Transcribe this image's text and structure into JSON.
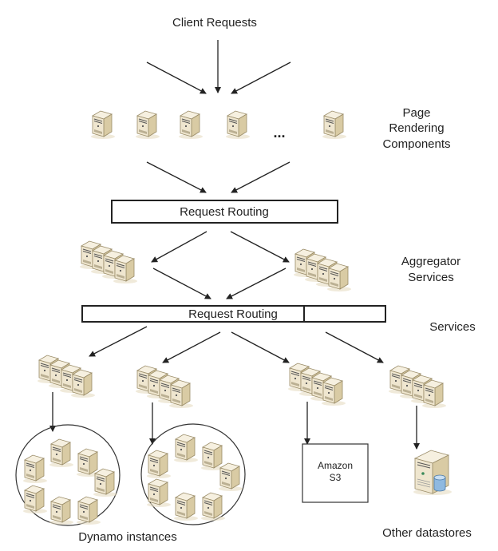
{
  "title": "Client Requests",
  "labels": {
    "page_rendering": [
      "Page",
      "Rendering",
      "Components"
    ],
    "aggregator": [
      "Aggregator",
      "Services"
    ],
    "services": "Services",
    "dynamo": "Dynamo instances",
    "other_datastores": "Other datastores",
    "ellipsis": "..."
  },
  "routing_boxes": {
    "top": "Request Routing",
    "bottom": "Request Routing"
  },
  "amazon_s3": [
    "Amazon",
    "S3"
  ],
  "icons": {
    "server": "server-icon",
    "server_cluster": "server-cluster-icon",
    "database_server": "database-server-icon"
  },
  "colors": {
    "server_front": "#efe6cf",
    "server_side": "#d9cba4",
    "server_top": "#f6f0e0",
    "server_outline": "#9a8c68",
    "line": "#222222",
    "db_blue": "#8fb9e0"
  }
}
